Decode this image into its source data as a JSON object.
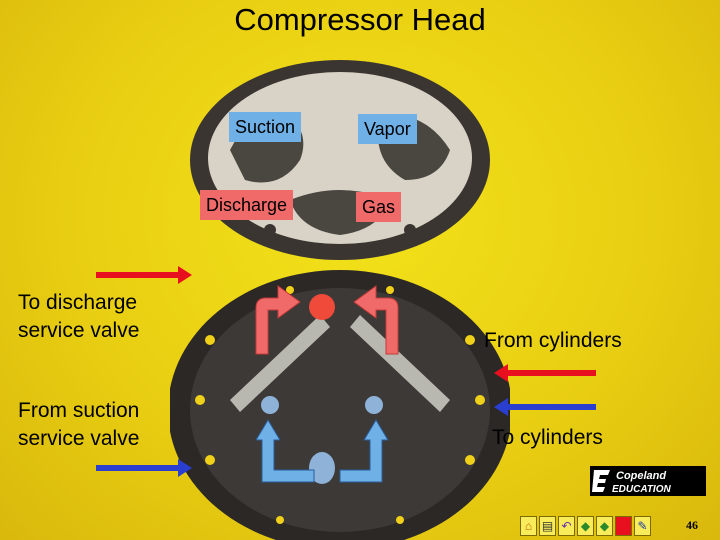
{
  "slide": {
    "title": "Compressor Head",
    "page_number": "46"
  },
  "head_labels": {
    "suction": "Suction",
    "vapor": "Vapor",
    "discharge": "Discharge",
    "gas": "Gas"
  },
  "side_labels": {
    "to_discharge_line1": "To discharge",
    "to_discharge_line2": "service valve",
    "from_suction_line1": "From suction",
    "from_suction_line2": "service valve",
    "from_cylinders": "From cylinders",
    "to_cylinders": "To cylinders"
  },
  "logo": {
    "top": "Copeland",
    "bottom": "EDUCATION"
  },
  "colors": {
    "background": "#edd414",
    "red_arrow": "#e8101e",
    "blue_arrow": "#2a3fd0",
    "red_flow": "#f06a6a",
    "blue_flow": "#6fb0e6"
  },
  "nav_icons": [
    "home-icon",
    "page-icon",
    "return-icon",
    "previous-icon",
    "next-icon",
    "stop-icon",
    "exit-icon"
  ]
}
